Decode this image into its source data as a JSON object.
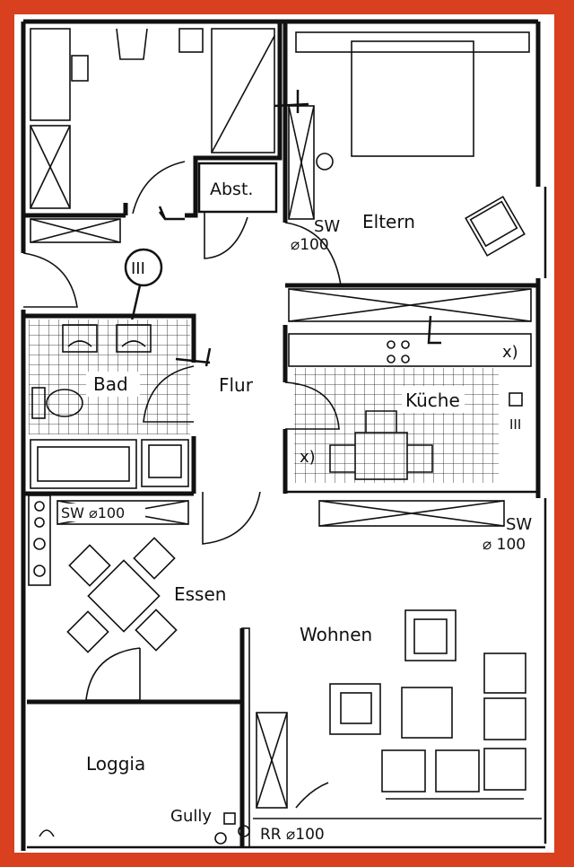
{
  "plan": {
    "rooms": {
      "eltern": "Eltern",
      "abst": "Abst.",
      "flur": "Flur",
      "bad": "Bad",
      "kueche": "Küche",
      "essen": "Essen",
      "wohnen": "Wohnen",
      "loggia": "Loggia"
    },
    "annotations": {
      "stair_mark": "III",
      "sw_top_label": "SW",
      "sw_top_value": "⌀100",
      "sw_bath": "SW ⌀100",
      "sw_right_label": "SW",
      "sw_right_value": "⌀ 100",
      "rr": "RR ⌀100",
      "gully": "Gully",
      "x_mark_top": "x)",
      "x_mark_kitchen": "x)",
      "stove_ticks": "III"
    },
    "colors": {
      "frame": "#d8401f",
      "paper": "#ffffff",
      "ink": "#111111"
    }
  }
}
